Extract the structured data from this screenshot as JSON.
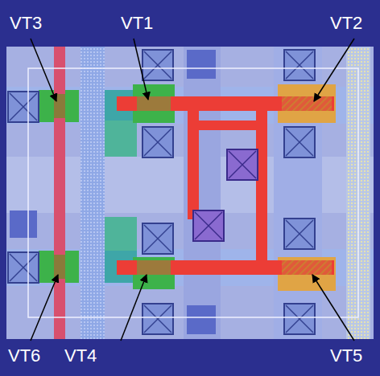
{
  "diagram": {
    "labels": [
      "VT3",
      "VT1",
      "VT2",
      "VT6",
      "VT4",
      "VT5"
    ]
  }
}
